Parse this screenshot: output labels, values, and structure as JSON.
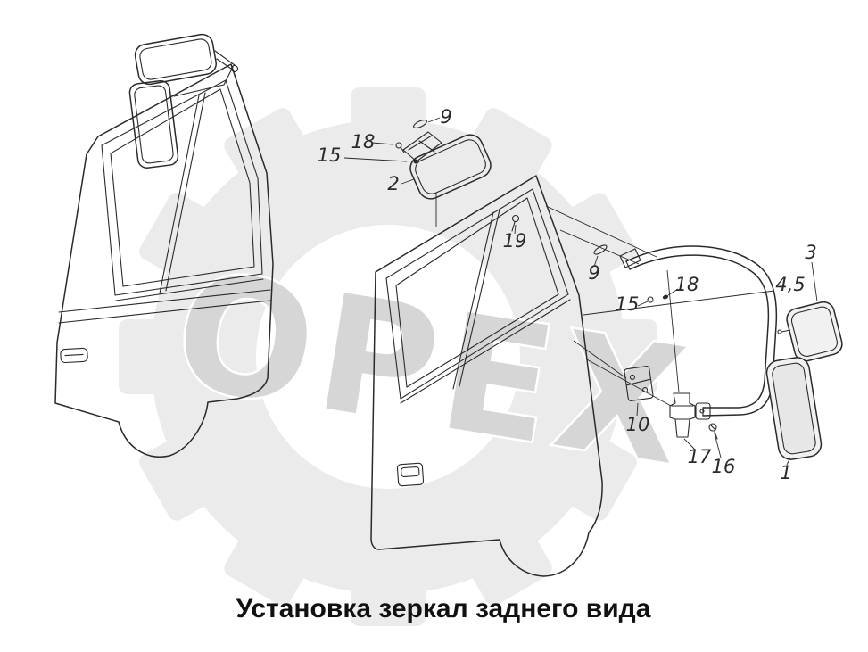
{
  "title": "Установка зеркал заднего вида",
  "watermark": {
    "text": "ОРЕХ"
  },
  "colors": {
    "line": "#2a2a2a",
    "watermark_gear": "#ebebeb",
    "watermark_text": "#d6d6d6",
    "title": "#111111"
  },
  "callouts": [
    {
      "id": "screw-9-top",
      "label": "9"
    },
    {
      "id": "screw-18-top",
      "label": "18"
    },
    {
      "id": "bracket-15-top",
      "label": "15"
    },
    {
      "id": "mirror-2",
      "label": "2"
    },
    {
      "id": "screw-19",
      "label": "19"
    },
    {
      "id": "pin-9-mid",
      "label": "9"
    },
    {
      "id": "mirror-3",
      "label": "3"
    },
    {
      "id": "arm-4-5",
      "label": "4,5"
    },
    {
      "id": "screw-18-right",
      "label": "18"
    },
    {
      "id": "washer-15-right",
      "label": "15"
    },
    {
      "id": "bracket-10",
      "label": "10"
    },
    {
      "id": "clamp-17",
      "label": "17"
    },
    {
      "id": "screw-16",
      "label": "16"
    },
    {
      "id": "mirror-1",
      "label": "1"
    }
  ]
}
